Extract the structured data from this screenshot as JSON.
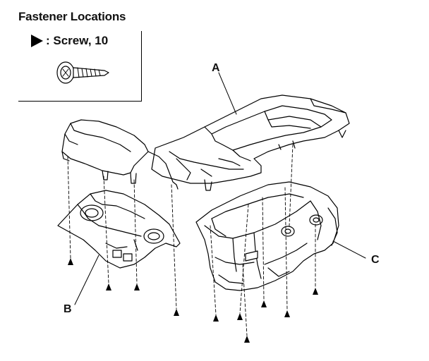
{
  "header": {
    "title": "Fastener Locations"
  },
  "legend": {
    "symbol_icon": "triangle-arrow-icon",
    "label": ": Screw, 10"
  },
  "callouts": {
    "a": "A",
    "b": "B",
    "c": "C"
  },
  "colors": {
    "line": "#000000",
    "background": "#ffffff"
  }
}
